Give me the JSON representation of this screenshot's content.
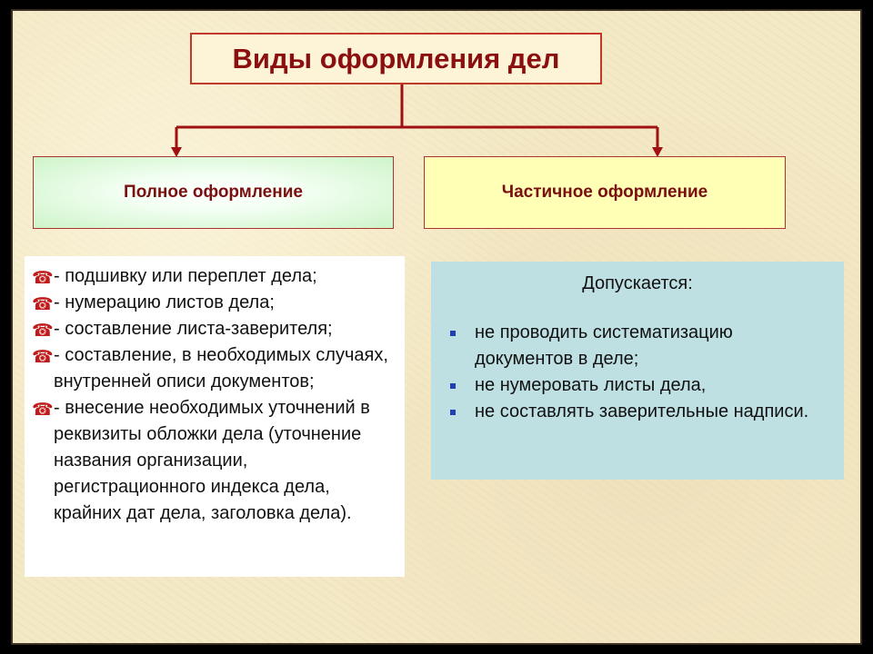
{
  "title": "Виды оформления дел",
  "branches": {
    "full": "Полное оформление",
    "partial": "Частичное оформление"
  },
  "full_items": [
    "- подшивку или переплет дела;",
    "- нумерацию листов дела;",
    "- составление листа-заверителя;",
    "- составление, в необходимых случаях, внутренней описи документов;",
    "- внесение необходимых уточнений в реквизиты обложки дела (уточнение названия организации, регистрационного индекса дела, крайних дат дела, заголовка дела)."
  ],
  "partial_heading": "Допускается:",
  "partial_items": [
    "не проводить систематизацию документов в деле;",
    "не нумеровать листы дела,",
    "не составлять заверительные надписи."
  ],
  "colors": {
    "connector": "#a01010",
    "title_text": "#8b0f0f",
    "phone_icon": "#c01b1b",
    "bullet": "#1f3fb3"
  },
  "icons": {
    "list_marker": "phone-icon",
    "partial_marker": "square-bullet-icon"
  }
}
